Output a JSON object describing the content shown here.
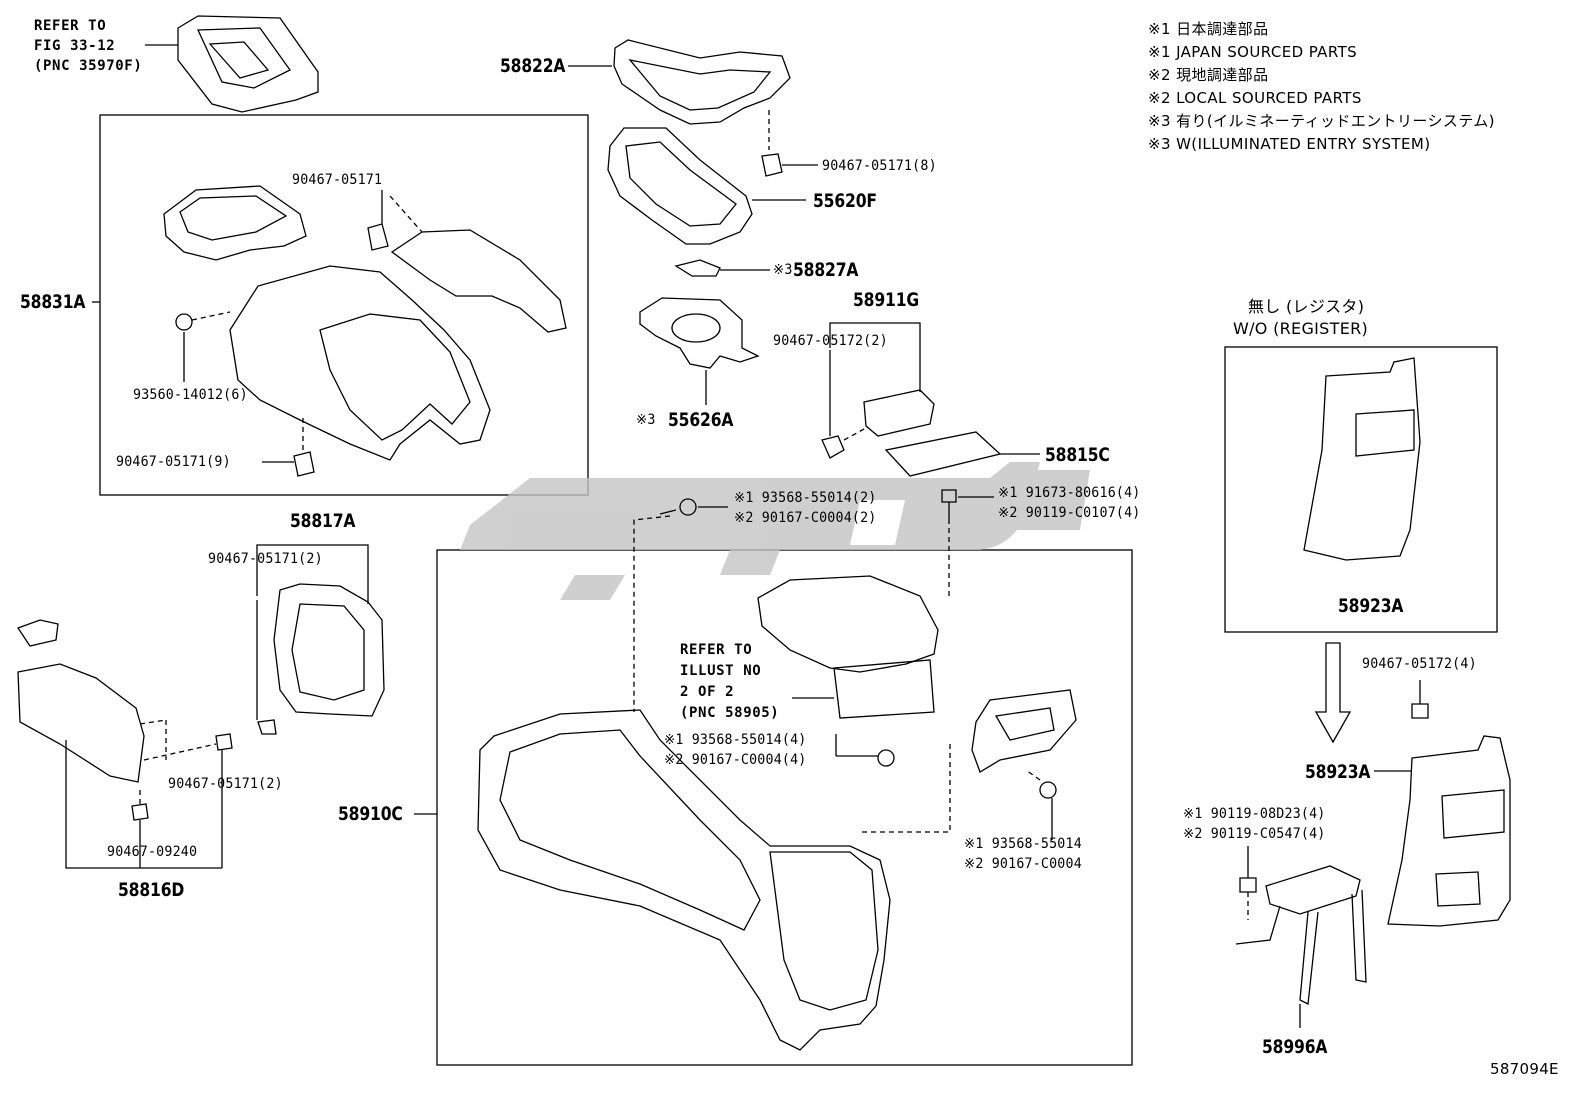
{
  "diagram": {
    "figure_code": "587094E",
    "legend": [
      "※1 日本調達部品",
      "※1 JAPAN SOURCED PARTS",
      "※2 現地調達部品",
      "※2 LOCAL SOURCED PARTS",
      "※3 有り(イルミネーティッドエントリーシステム)",
      "※3 W(ILLUMINATED ENTRY SYSTEM)"
    ],
    "refer_fig": [
      "REFER TO",
      "FIG 33-12",
      "(PNC 35970F)"
    ],
    "refer_illust": [
      "REFER TO",
      "ILLUST NO",
      "2 OF 2",
      "(PNC 58905)"
    ],
    "register_note": [
      "無し (レジスタ)",
      "W/O (REGISTER)"
    ],
    "parts": {
      "p58822A": "58822A",
      "p90467_8": "90467-05171(8)",
      "p55620F": "55620F",
      "p58827A": "58827A",
      "p58827A_mark": "※3",
      "p58831A": "58831A",
      "p90467_top": "90467-05171",
      "p93560": "93560-14012(6)",
      "p90467_9": "90467-05171(9)",
      "p58911G": "58911G",
      "p90467_05172_2": "90467-05172(2)",
      "p55626A": "55626A",
      "p55626A_mark": "※3",
      "p58815C": "58815C",
      "c1a": "※1 93568-55014(2)",
      "c1b": "※2 90167-C0004(2)",
      "c2a": "※1 91673-80616(4)",
      "c2b": "※2 90119-C0107(4)",
      "p58817A": "58817A",
      "p90467_2a": "90467-05171(2)",
      "p90467_2b": "90467-05171(2)",
      "p90467_09240": "90467-09240",
      "p58816D": "58816D",
      "p58910C": "58910C",
      "c3a": "※1 93568-55014(4)",
      "c3b": "※2 90167-C0004(4)",
      "c4a": "※1 93568-55014",
      "c4b": "※2 90167-C0004",
      "p58923A_box": "58923A",
      "p90467_05172_4": "90467-05172(4)",
      "p58923A": "58923A",
      "c5a": "※1 90119-08D23(4)",
      "c5b": "※2 90119-C0547(4)",
      "p58996A": "58996A"
    }
  }
}
